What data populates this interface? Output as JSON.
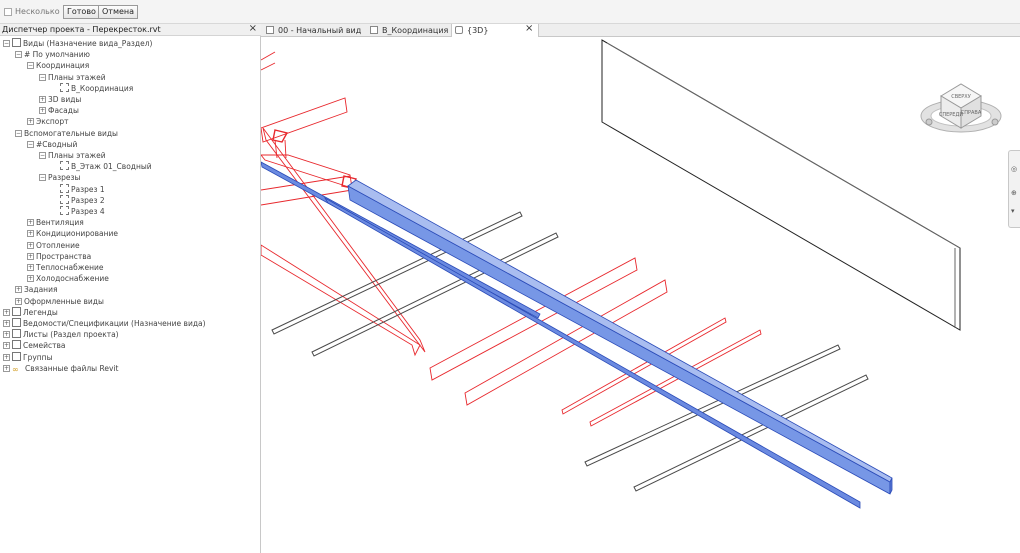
{
  "optionsBar": {
    "multiple_label": "Несколько",
    "done_label": "Готово",
    "cancel_label": "Отмена"
  },
  "browser": {
    "title": "Диспетчер проекта - Перекресток.rvt",
    "close": "×",
    "items": [
      {
        "label": "Виды (Назначение вида_Раздел)",
        "level": 0,
        "exp": "−",
        "icon": "views-icon"
      },
      {
        "label": "# По умолчанию",
        "level": 1,
        "exp": "−",
        "icon": ""
      },
      {
        "label": "Координация",
        "level": 2,
        "exp": "−",
        "icon": ""
      },
      {
        "label": "Планы этажей",
        "level": 3,
        "exp": "−",
        "icon": ""
      },
      {
        "label": "В_Координация",
        "level": 4,
        "exp": "",
        "icon": "floor-plan-icon"
      },
      {
        "label": "3D виды",
        "level": 3,
        "exp": "+",
        "icon": ""
      },
      {
        "label": "Фасады",
        "level": 3,
        "exp": "+",
        "icon": ""
      },
      {
        "label": "Экспорт",
        "level": 2,
        "exp": "+",
        "icon": ""
      },
      {
        "label": "Вспомогательные виды",
        "level": 1,
        "exp": "−",
        "icon": ""
      },
      {
        "label": "#Сводный",
        "level": 2,
        "exp": "−",
        "icon": ""
      },
      {
        "label": "Планы этажей",
        "level": 3,
        "exp": "−",
        "icon": ""
      },
      {
        "label": "В_Этаж 01_Сводный",
        "level": 4,
        "exp": "",
        "icon": "floor-plan-icon"
      },
      {
        "label": "Разрезы",
        "level": 3,
        "exp": "−",
        "icon": ""
      },
      {
        "label": "Разрез 1",
        "level": 4,
        "exp": "",
        "icon": "section-icon"
      },
      {
        "label": "Разрез 2",
        "level": 4,
        "exp": "",
        "icon": "section-icon"
      },
      {
        "label": "Разрез 4",
        "level": 4,
        "exp": "",
        "icon": "section-icon"
      },
      {
        "label": "Вентиляция",
        "level": 2,
        "exp": "+",
        "icon": ""
      },
      {
        "label": "Кондиционирование",
        "level": 2,
        "exp": "+",
        "icon": ""
      },
      {
        "label": "Отопление",
        "level": 2,
        "exp": "+",
        "icon": ""
      },
      {
        "label": "Пространства",
        "level": 2,
        "exp": "+",
        "icon": ""
      },
      {
        "label": "Теплоснабжение",
        "level": 2,
        "exp": "+",
        "icon": ""
      },
      {
        "label": "Холодоснабжение",
        "level": 2,
        "exp": "+",
        "icon": ""
      },
      {
        "label": "Задания",
        "level": 1,
        "exp": "+",
        "icon": ""
      },
      {
        "label": "Оформленные виды",
        "level": 1,
        "exp": "+",
        "icon": ""
      },
      {
        "label": "Легенды",
        "level": 0,
        "exp": "+",
        "icon": "legend-icon"
      },
      {
        "label": "Ведомости/Спецификации (Назначение вида)",
        "level": 0,
        "exp": "+",
        "icon": "schedule-icon"
      },
      {
        "label": "Листы (Раздел проекта)",
        "level": 0,
        "exp": "+",
        "icon": "sheet-icon"
      },
      {
        "label": "Семейства",
        "level": 0,
        "exp": "+",
        "icon": "family-icon"
      },
      {
        "label": "Группы",
        "level": 0,
        "exp": "+",
        "icon": "group-icon"
      },
      {
        "label": "Связанные файлы Revit",
        "level": 0,
        "exp": "+",
        "icon": "link-icon"
      }
    ]
  },
  "tabs": [
    {
      "label": "00 - Начальный вид",
      "icon": "plan-view-icon"
    },
    {
      "label": "В_Координация",
      "icon": "plan-view-icon"
    },
    {
      "label": "{3D}",
      "icon": "3d-view-icon"
    }
  ],
  "tab_close": "×",
  "viewcube": {
    "front_label": "СПЕРЕДИ",
    "top_label": "СВЕРХУ",
    "right_label": "СПРАВА"
  },
  "colors": {
    "duct": "#e8282d",
    "pipe": "#4a6fd4",
    "tray": "#4a4a4a"
  }
}
